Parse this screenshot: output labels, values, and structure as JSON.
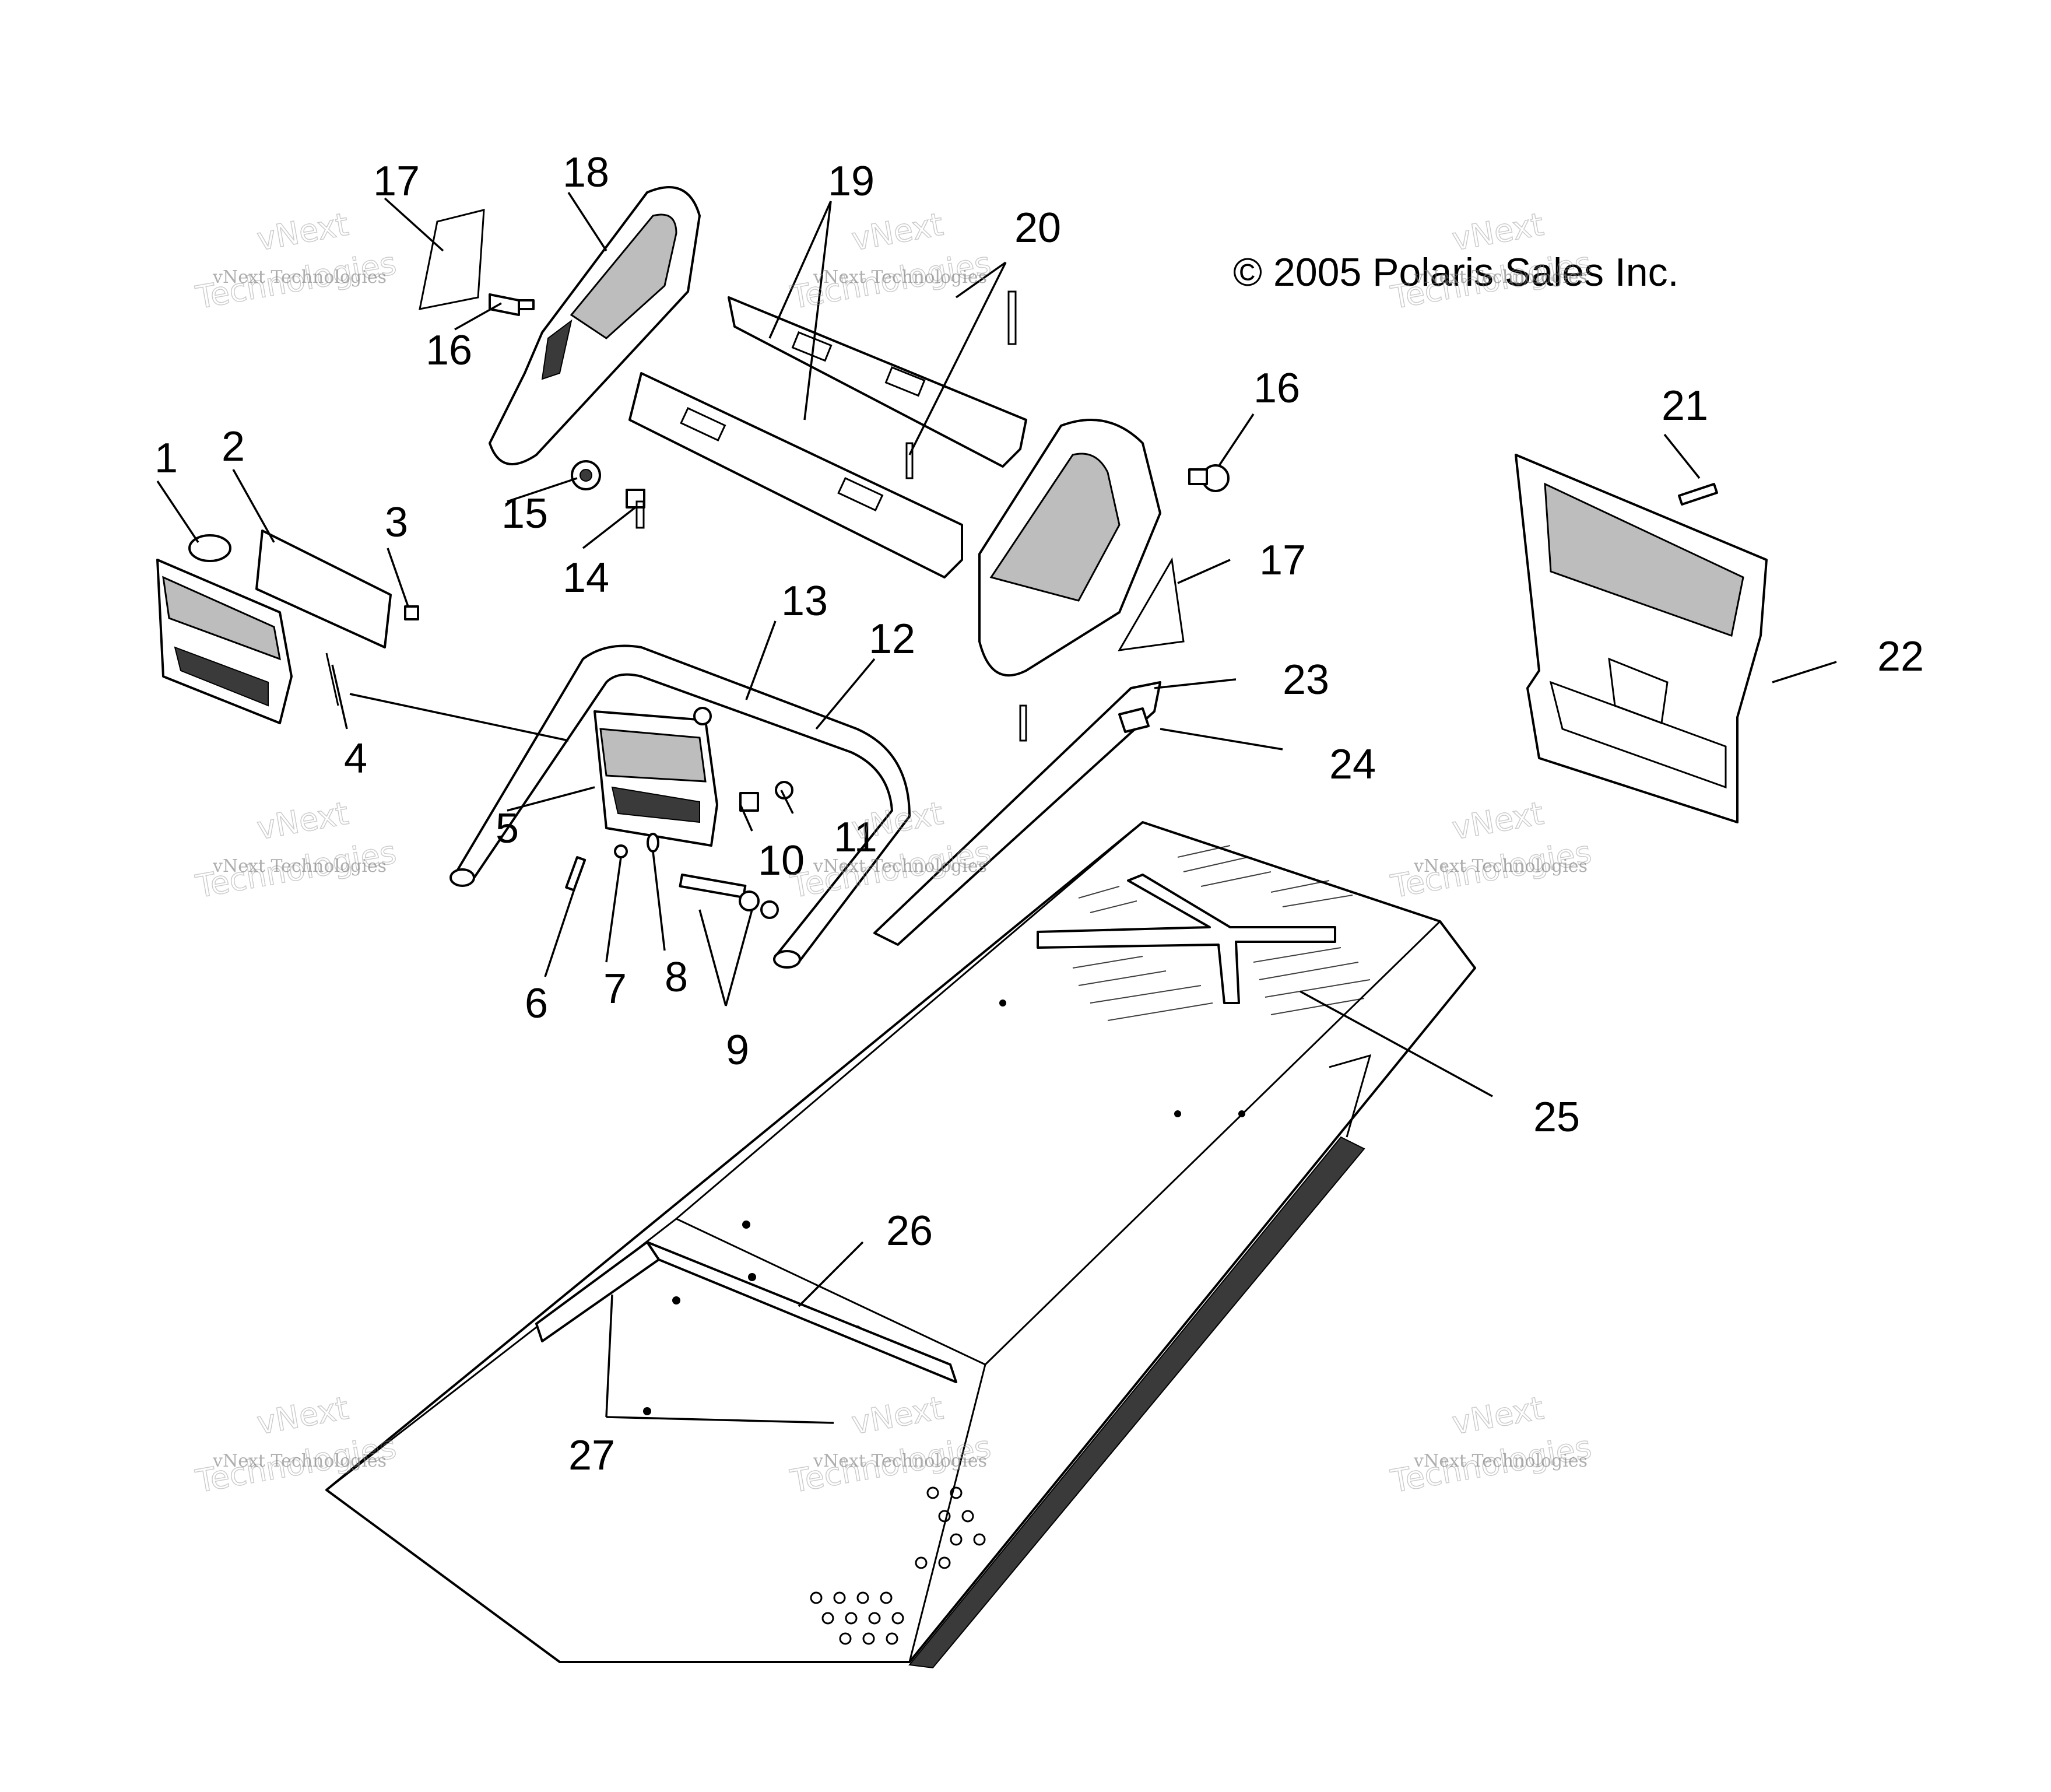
{
  "copyright": "© 2005 Polaris Sales Inc.",
  "watermark": {
    "small": "vNext Technologies",
    "large_top": "vNext",
    "large_bottom": "Technologies"
  },
  "callouts": [
    "1",
    "2",
    "3",
    "4",
    "5",
    "6",
    "7",
    "8",
    "9",
    "10",
    "11",
    "12",
    "13",
    "14",
    "15",
    "16",
    "16",
    "17",
    "17",
    "18",
    "19",
    "20",
    "21",
    "22",
    "23",
    "24",
    "25",
    "26",
    "27"
  ]
}
